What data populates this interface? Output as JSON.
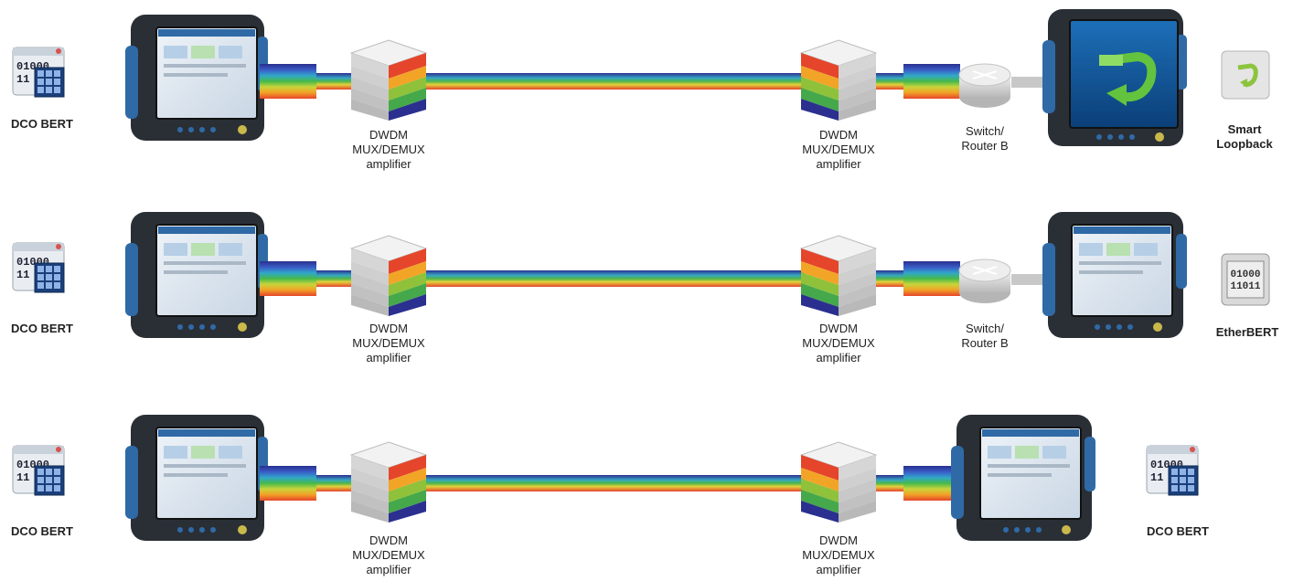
{
  "rows": [
    {
      "left_app": "DCO BERT",
      "mux_left": [
        "DWDM",
        "MUX/DEMUX",
        "amplifier"
      ],
      "mux_right": [
        "DWDM",
        "MUX/DEMUX",
        "amplifier"
      ],
      "router": [
        "Switch/",
        "Router B"
      ],
      "right_app": [
        "Smart",
        "Loopback"
      ],
      "right_app_icon": "smart-loopback-icon"
    },
    {
      "left_app": "DCO BERT",
      "mux_left": [
        "DWDM",
        "MUX/DEMUX",
        "amplifier"
      ],
      "mux_right": [
        "DWDM",
        "MUX/DEMUX",
        "amplifier"
      ],
      "router": [
        "Switch/",
        "Router B"
      ],
      "right_app": [
        "EtherBERT"
      ],
      "right_app_icon": "etherbert-icon"
    },
    {
      "left_app": "DCO BERT",
      "mux_left": [
        "DWDM",
        "MUX/DEMUX",
        "amplifier"
      ],
      "mux_right": [
        "DWDM",
        "MUX/DEMUX",
        "amplifier"
      ],
      "right_app": [
        "DCO BERT"
      ],
      "right_app_icon": "dco-bert-icon"
    }
  ],
  "icon_text": {
    "binary_top": "01000",
    "binary_bottom": "11",
    "ether_top": "01000",
    "ether_bottom": "11011"
  },
  "colors": {
    "device_frame": "#2a2f36",
    "device_accent": "#2f6aa6",
    "screen": "#dfe7f0",
    "router": "#d9d9d9",
    "cable": "#c8c8c8"
  }
}
